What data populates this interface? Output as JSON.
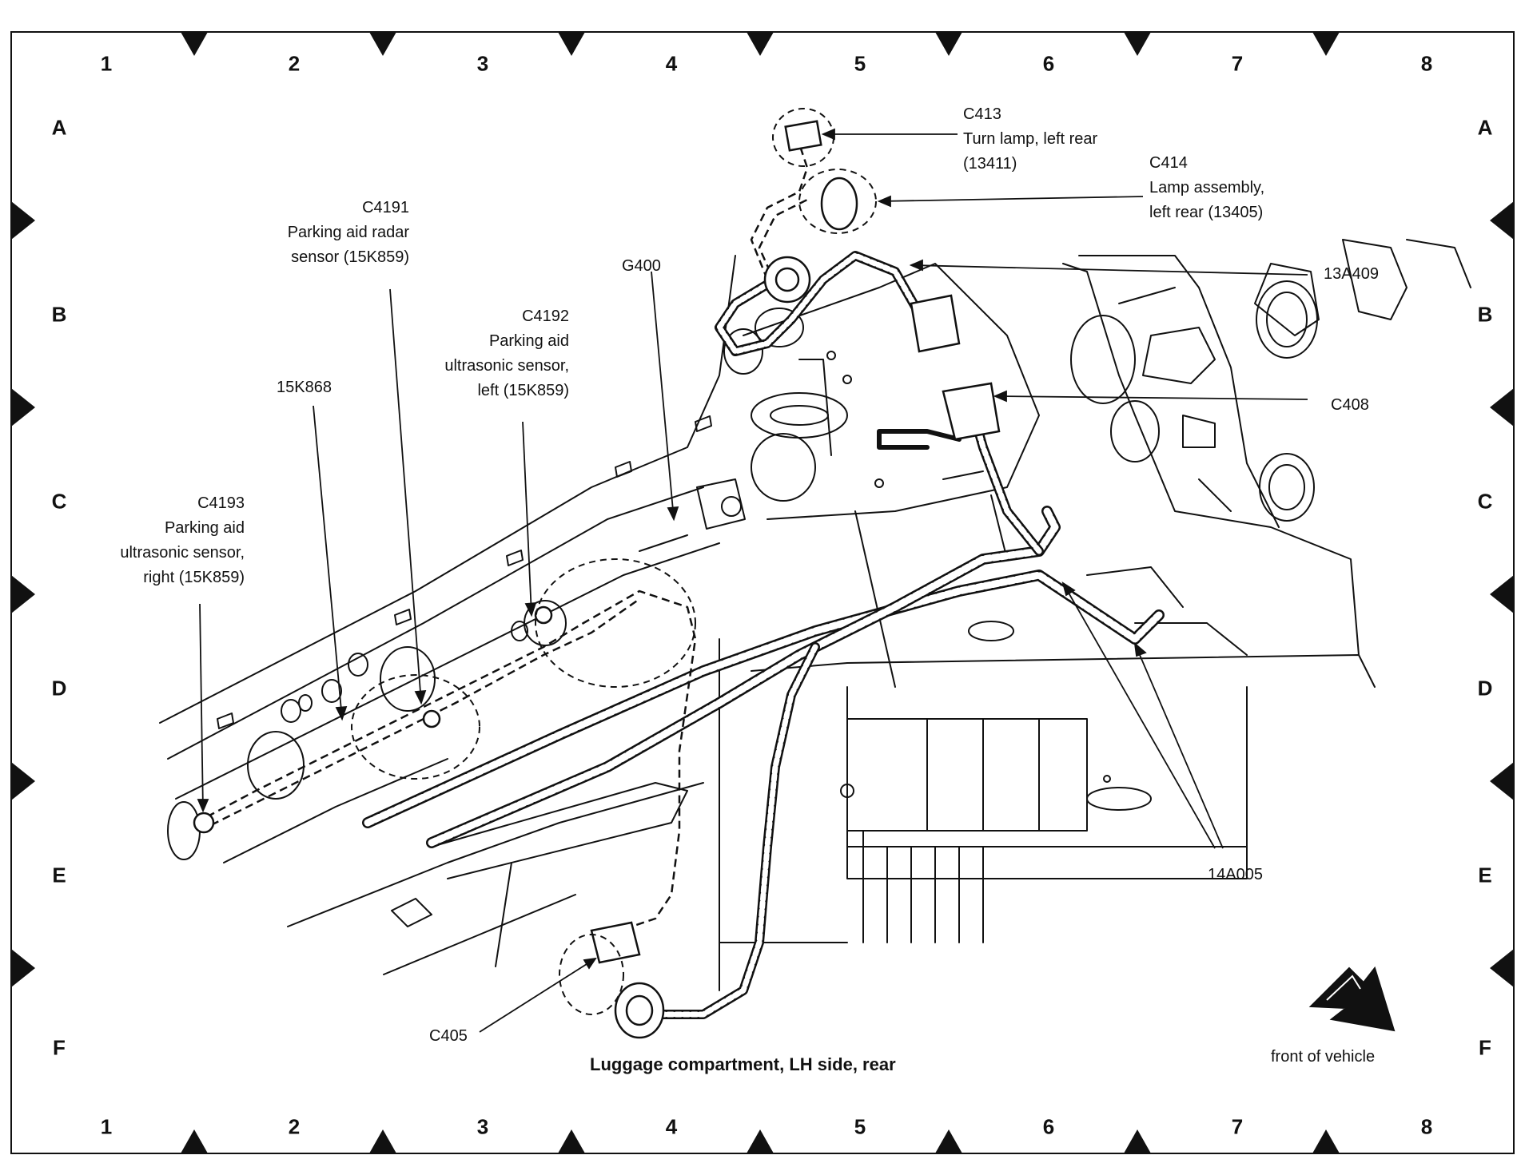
{
  "grid": {
    "columns": [
      "1",
      "2",
      "3",
      "4",
      "5",
      "6",
      "7",
      "8"
    ],
    "rows": [
      "A",
      "B",
      "C",
      "D",
      "E",
      "F"
    ]
  },
  "callouts": {
    "c413": [
      "C413",
      "Turn lamp, left rear",
      "(13411)"
    ],
    "c414": [
      "C414",
      "Lamp assembly,",
      "left rear (13405)"
    ],
    "c4191": [
      "C4191",
      "Parking aid radar",
      "sensor (15K859)"
    ],
    "c4192": [
      "C4192",
      "Parking aid",
      "ultrasonic sensor,",
      "left (15K859)"
    ],
    "c4193": [
      "C4193",
      "Parking aid",
      "ultrasonic sensor,",
      "right (15K859)"
    ],
    "g400": "G400",
    "k15868": "15K868",
    "a13409": "13A409",
    "c408": "C408",
    "a14005": "14A005",
    "c405": "C405"
  },
  "caption": "Luggage compartment, LH side, rear",
  "front_label": "front of vehicle",
  "colors": {
    "ink": "#111111",
    "background": "#ffffff"
  }
}
